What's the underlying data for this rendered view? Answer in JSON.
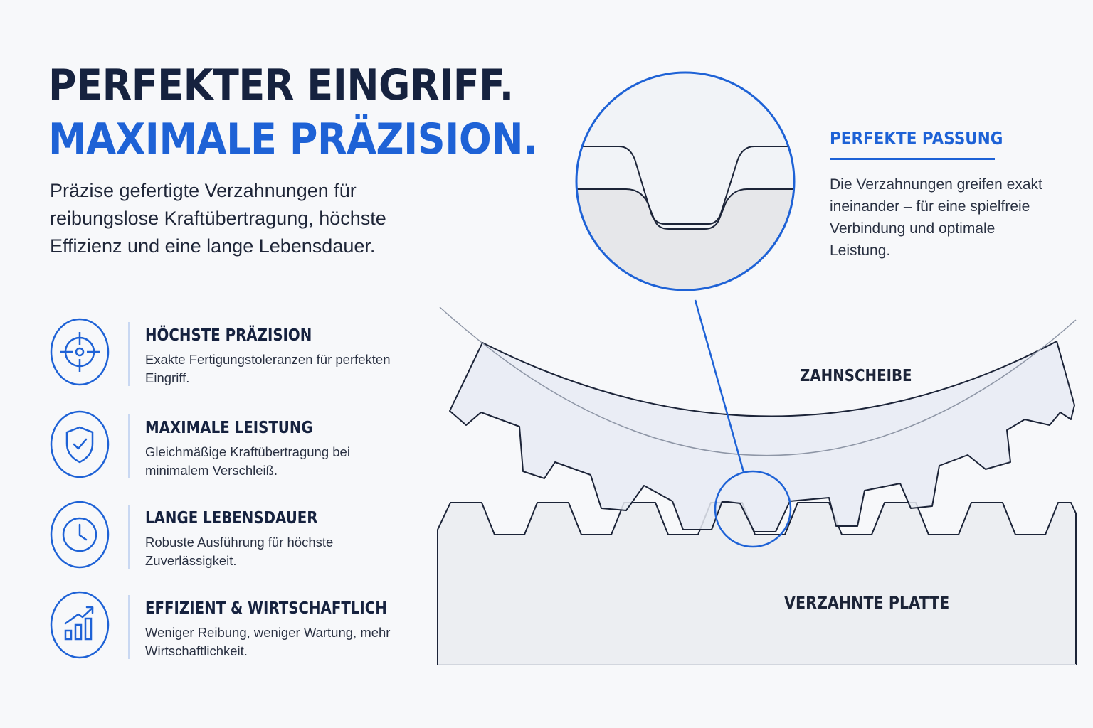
{
  "headline": {
    "line1": "PERFEKTER EINGRIFF.",
    "line2": "MAXIMALE PRÄZISION."
  },
  "intro": "Präzise gefertigte Verzahnungen für reibungslose Kraftübertragung, höchste Effizienz und eine lange Lebensdauer.",
  "features": [
    {
      "icon": "target-icon",
      "title": "HÖCHSTE PRÄZISION",
      "desc": "Exakte Fertigungstoleranzen für perfekten Eingriff."
    },
    {
      "icon": "shield-check-icon",
      "title": "MAXIMALE LEISTUNG",
      "desc": "Gleichmäßige Kraftübertragung bei minimalem Verschleiß."
    },
    {
      "icon": "clock-icon",
      "title": "LANGE LEBENSDAUER",
      "desc": "Robuste Ausführung für höchste Zuverlässigkeit."
    },
    {
      "icon": "bar-chart-growth-icon",
      "title": "EFFIZIENT & WIRTSCHAFTLICH",
      "desc": "Weniger Reibung, weniger Wartung, mehr Wirtschaftlichkeit."
    }
  ],
  "callout": {
    "title": "PERFEKTE PASSUNG",
    "desc": "Die Verzahnungen greifen exakt ineinander – für eine spielfreie Verbindung und optimale Leistung."
  },
  "labels": {
    "disc": "ZAHNSCHEIBE",
    "plate": "VERZAHNTE PLATTE"
  },
  "colors": {
    "accent": "#1e62d6",
    "dark": "#16223f",
    "background": "#f7f8fa"
  }
}
